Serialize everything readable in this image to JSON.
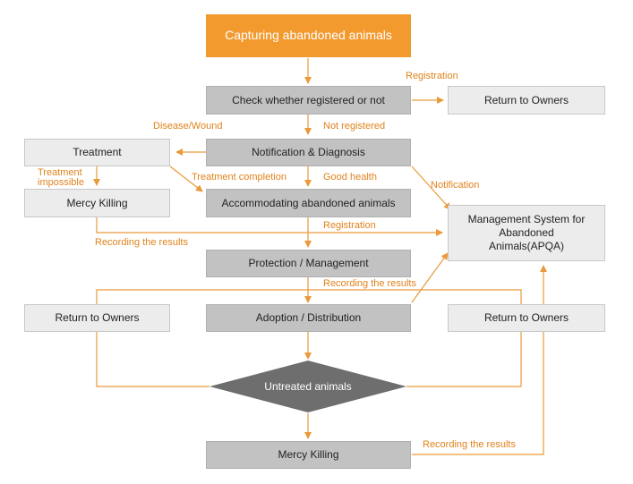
{
  "colors": {
    "accent": "#f39a2f",
    "line": "#e99a3a",
    "dark_box": "#c2c2c2",
    "light_box": "#ececec",
    "diamond": "#6e6e6e"
  },
  "boxes": {
    "start": "Capturing abandoned animals",
    "check": "Check whether registered or not",
    "return_owners_top": "Return to Owners",
    "treatment": "Treatment",
    "notification_diagnosis": "Notification & Diagnosis",
    "mercy_killing_left": "Mercy Killing",
    "accommodating": "Accommodating abandoned animals",
    "management_system": "Management System for Abandoned Animals(APQA)",
    "protection": "Protection / Management",
    "return_owners_left": "Return to Owners",
    "adoption": "Adoption / Distribution",
    "return_owners_right": "Return to Owners",
    "untreated": "Untreated animals",
    "mercy_killing_bottom": "Mercy Killing"
  },
  "labels": {
    "registration_top": "Registration",
    "disease_wound": "Disease/Wound",
    "not_registered": "Not registered",
    "treatment_impossible_1": "Treatment",
    "treatment_impossible_2": "impossible",
    "treatment_completion": "Treatment completion",
    "good_health": "Good health",
    "notification": "Notification",
    "registration_mid": "Registration",
    "recording_left": "Recording the results",
    "recording_mid": "Recording the results",
    "recording_bottom": "Recording the results"
  }
}
